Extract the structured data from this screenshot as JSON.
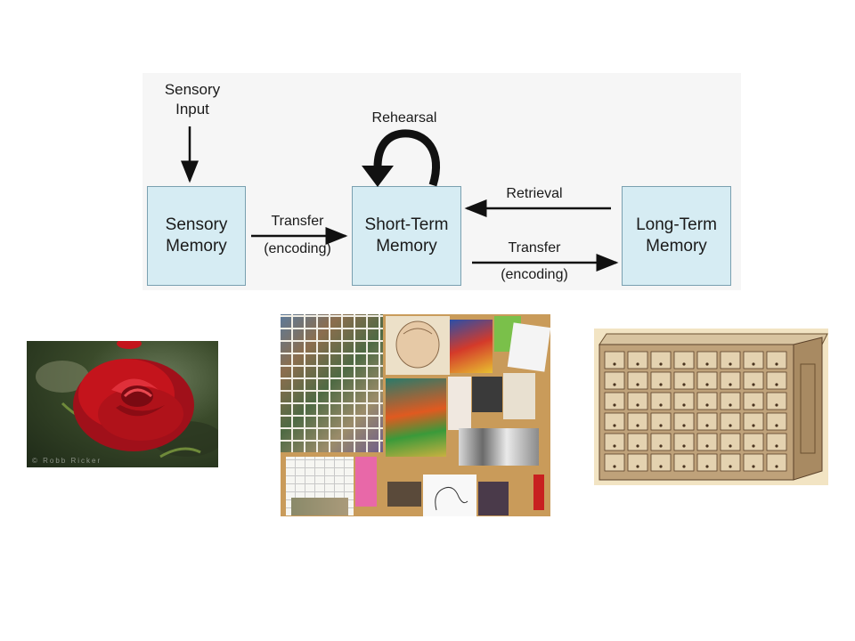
{
  "diagram": {
    "sensory_input_label": "Sensory\nInput",
    "rehearsal_label": "Rehearsal",
    "sensory_memory_label": "Sensory\nMemory",
    "short_term_memory_label": "Short-Term\nMemory",
    "long_term_memory_label": "Long-Term\nMemory",
    "transfer_label_1": "Transfer",
    "encoding_label_1": "(encoding)",
    "retrieval_label": "Retrieval",
    "transfer_label_2": "Transfer",
    "encoding_label_2": "(encoding)"
  },
  "images": {
    "rose_watermark": "© Robb Ricker"
  },
  "colors": {
    "box_fill": "#d6ecf3",
    "rose_red": "#c4141c",
    "cork": "#c99b5a",
    "cabinet_wood": "#bfa27a"
  }
}
